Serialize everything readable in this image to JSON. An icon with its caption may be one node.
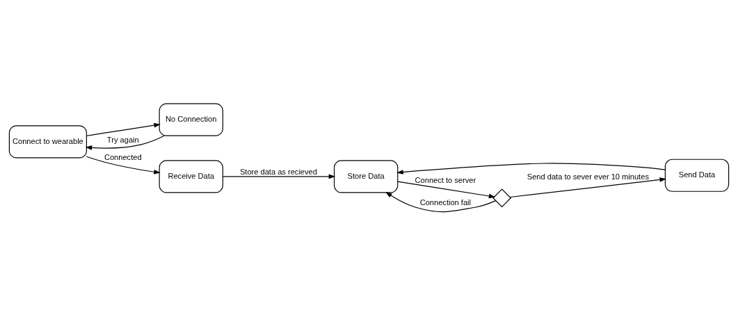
{
  "diagram": {
    "nodes": [
      {
        "text": [
          "Connect to wearable"
        ]
      },
      {
        "text": [
          "No Connection"
        ]
      },
      {
        "text": [
          "Send Data"
        ]
      },
      {
        "text": [
          "Store Data"
        ]
      },
      {
        "text": [
          "Receive Data"
        ]
      },
      {
        "text": [],
        "shape": "diamond"
      }
    ],
    "edges": [
      {
        "from": 0,
        "to": 1,
        "arrow": "to"
      },
      {
        "from": 1,
        "to": 0,
        "arrow": "to",
        "label": "Try again"
      },
      {
        "from": 0,
        "to": 4,
        "arrow": "to",
        "label": "Connected"
      },
      {
        "from": 4,
        "to": 3,
        "arrow": "to",
        "label": "Store data as recieved"
      },
      {
        "from": 3,
        "to": 5,
        "arrow": "to",
        "label": "Connect to server"
      },
      {
        "from": 5,
        "to": 3,
        "arrow": "to",
        "label": "Connection fail"
      },
      {
        "from": 5,
        "to": 2,
        "arrow": "to",
        "label": "Send data to sever ever 10 minutes"
      },
      {
        "from": 2,
        "to": 3,
        "arrow": "to"
      }
    ]
  }
}
